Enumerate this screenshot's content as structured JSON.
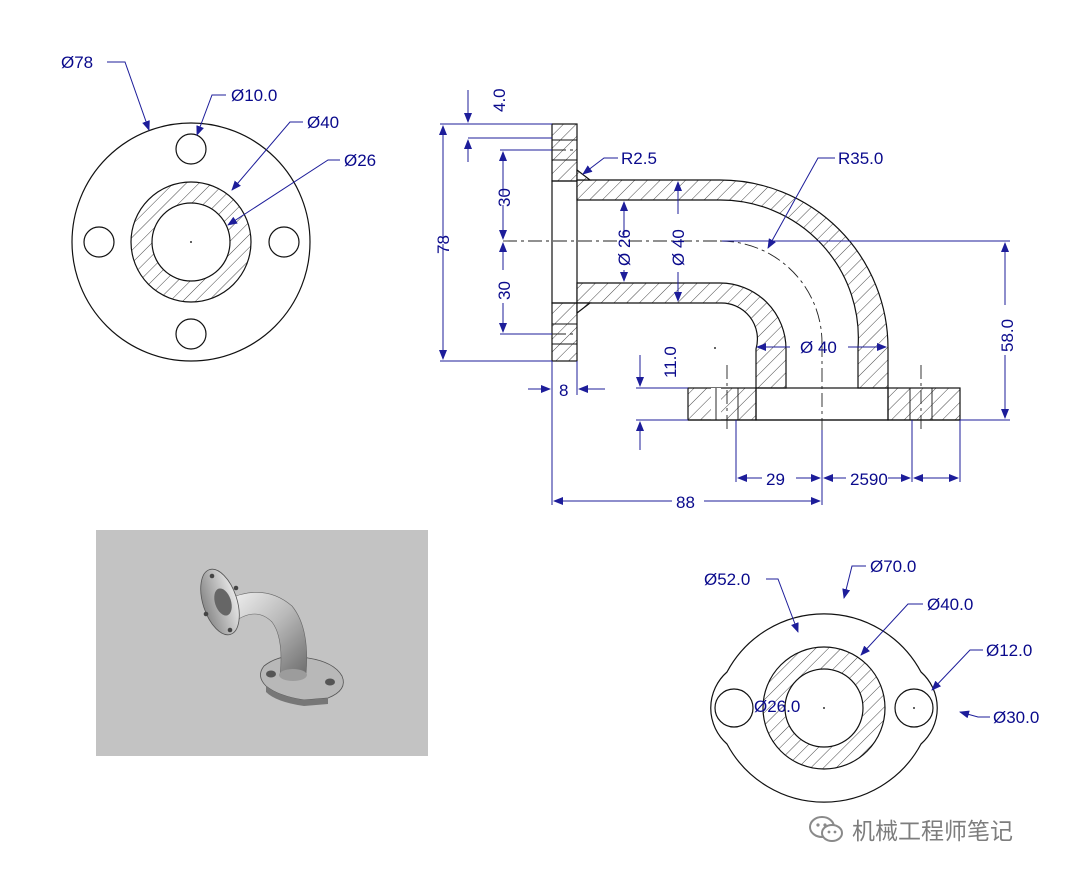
{
  "flange_view": {
    "outer_diameter": "Ø78",
    "hole_diameter": "Ø10.0",
    "pipe_outer": "Ø40",
    "pipe_inner": "Ø26"
  },
  "section_view": {
    "flange_thickness": "4.0",
    "fillet_radius": "R2.5",
    "bend_radius": "R35.0",
    "total_height": "78",
    "upper_half": "30",
    "lower_half": "30",
    "bore": "Ø 26",
    "pipe_od": "Ø 40",
    "vertical_od": "Ø 40",
    "base_thickness": "11.0",
    "offset_height": "58.0",
    "wall_8": "8",
    "hole_spacing": "29",
    "overlap_label": "2590",
    "overall_length": "88"
  },
  "base_view": {
    "boss_diameter": "Ø52.0",
    "outer_diameter": "Ø70.0",
    "pipe_outer": "Ø40.0",
    "hole_diameter": "Ø12.0",
    "pipe_inner": "Ø26.0",
    "lug_radius": "Ø30.0"
  },
  "watermark": {
    "text": "机械工程师笔记"
  },
  "colors": {
    "dimension": "#0a0a8c",
    "render_background": "#c3c3c3"
  }
}
